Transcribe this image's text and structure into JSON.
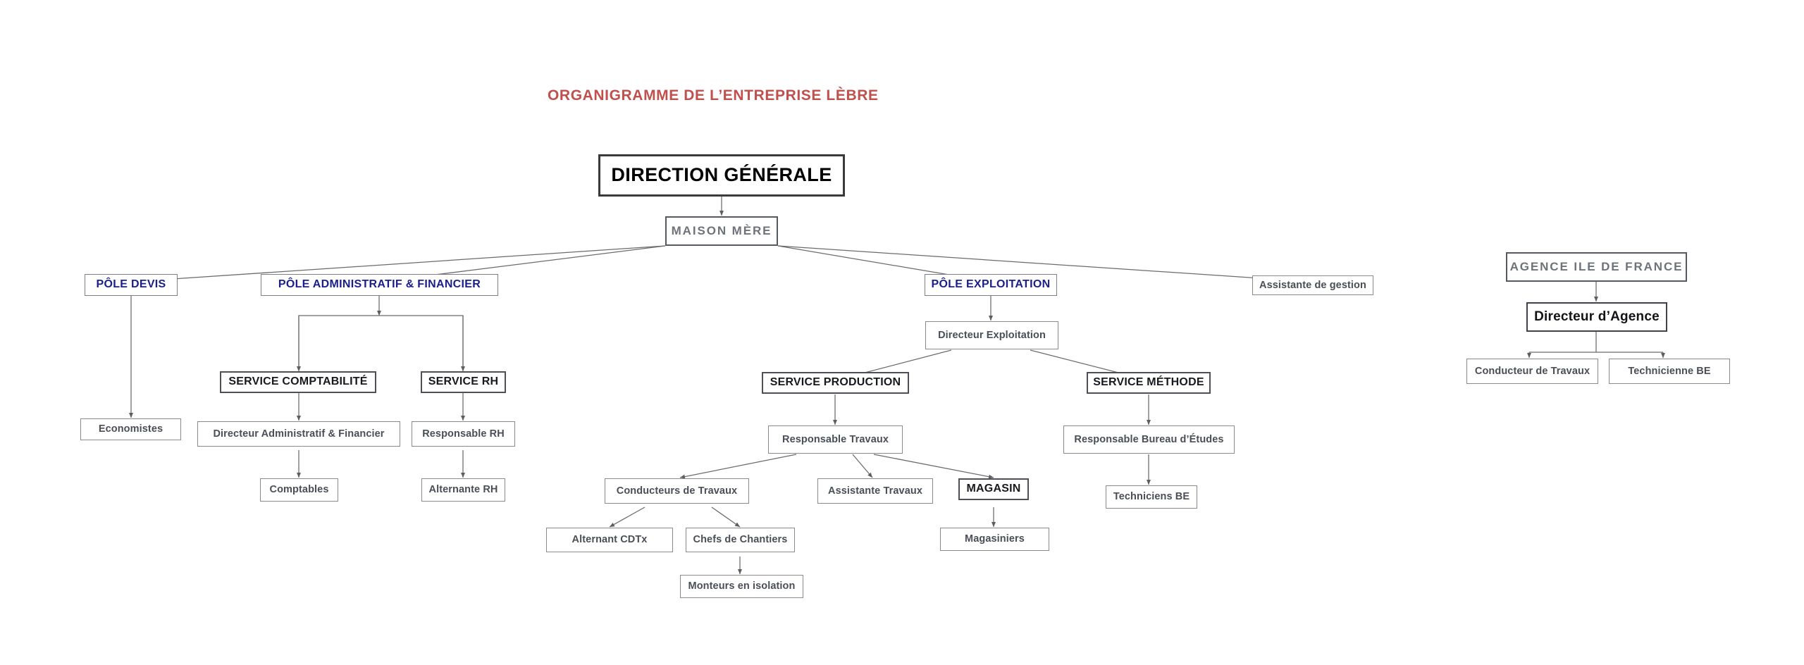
{
  "title": "ORGANIGRAMME DE L’ENTREPRISE LÈBRE",
  "colors": {
    "title_red": "#c0504d",
    "pole_blue": "#1a1f8c",
    "node_text": "#4a4f57",
    "org_text": "#6e737a",
    "service_text": "#17191c",
    "edge": "#6b6b6b",
    "background": "#ffffff"
  },
  "nodes": {
    "direction_generale": "DIRECTION GÉNÉRALE",
    "maison_mere": "MAISON MÈRE",
    "pole_devis": "PÔLE DEVIS",
    "pole_admin_financier": "PÔLE ADMINISTRATIF & FINANCIER",
    "pole_exploitation": "PÔLE EXPLOITATION",
    "assistante_gestion": "Assistante de gestion",
    "economistes": "Economistes",
    "service_comptabilite": "SERVICE COMPTABILITÉ",
    "service_rh": "SERVICE RH",
    "directeur_admin_financier": "Directeur Administratif & Financier",
    "responsable_rh": "Responsable RH",
    "comptables": "Comptables",
    "alternante_rh": "Alternante RH",
    "directeur_exploitation": "Directeur Exploitation",
    "service_production": "SERVICE PRODUCTION",
    "service_methode": "SERVICE MÉTHODE",
    "responsable_travaux": "Responsable Travaux",
    "responsable_bureau_etudes": "Responsable Bureau d’Études",
    "conducteurs_travaux": "Conducteurs de Travaux",
    "assistante_travaux": "Assistante Travaux",
    "magasin": "MAGASIN",
    "techniciens_be": "Techniciens BE",
    "alternant_cdtx": "Alternant CDTx",
    "chefs_chantiers": "Chefs de Chantiers",
    "magasiniers": "Magasiniers",
    "monteurs_isolation": "Monteurs en isolation",
    "agence_idf": "AGENCE ILE DE FRANCE",
    "directeur_agence": "Directeur d’Agence",
    "conducteur_travaux_idf": "Conducteur de Travaux",
    "technicienne_be_idf": "Technicienne BE"
  }
}
